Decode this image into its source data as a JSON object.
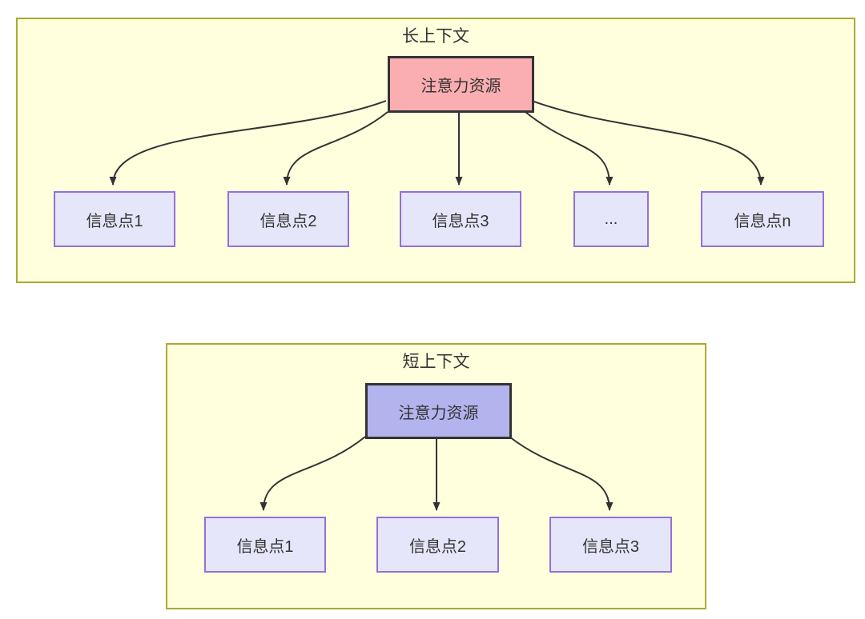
{
  "colors": {
    "canvas-bg": "#ffffff",
    "panel-fill": "#ffffde",
    "panel-border": "#aaaa33",
    "node-fill": "#e6e6fa",
    "node-border": "#9370db",
    "attention-long-fill": "#faaeb2",
    "attention-short-fill": "#b3b3ee",
    "attention-border": "#333333",
    "edge": "#333333",
    "text": "#333333"
  },
  "panels": [
    {
      "id": "long",
      "title": "长上下文",
      "attention": {
        "label": "注意力资源"
      },
      "children": [
        {
          "label": "信息点1"
        },
        {
          "label": "信息点2"
        },
        {
          "label": "信息点3"
        },
        {
          "label": "..."
        },
        {
          "label": "信息点n"
        }
      ]
    },
    {
      "id": "short",
      "title": "短上下文",
      "attention": {
        "label": "注意力资源"
      },
      "children": [
        {
          "label": "信息点1"
        },
        {
          "label": "信息点2"
        },
        {
          "label": "信息点3"
        }
      ]
    }
  ]
}
